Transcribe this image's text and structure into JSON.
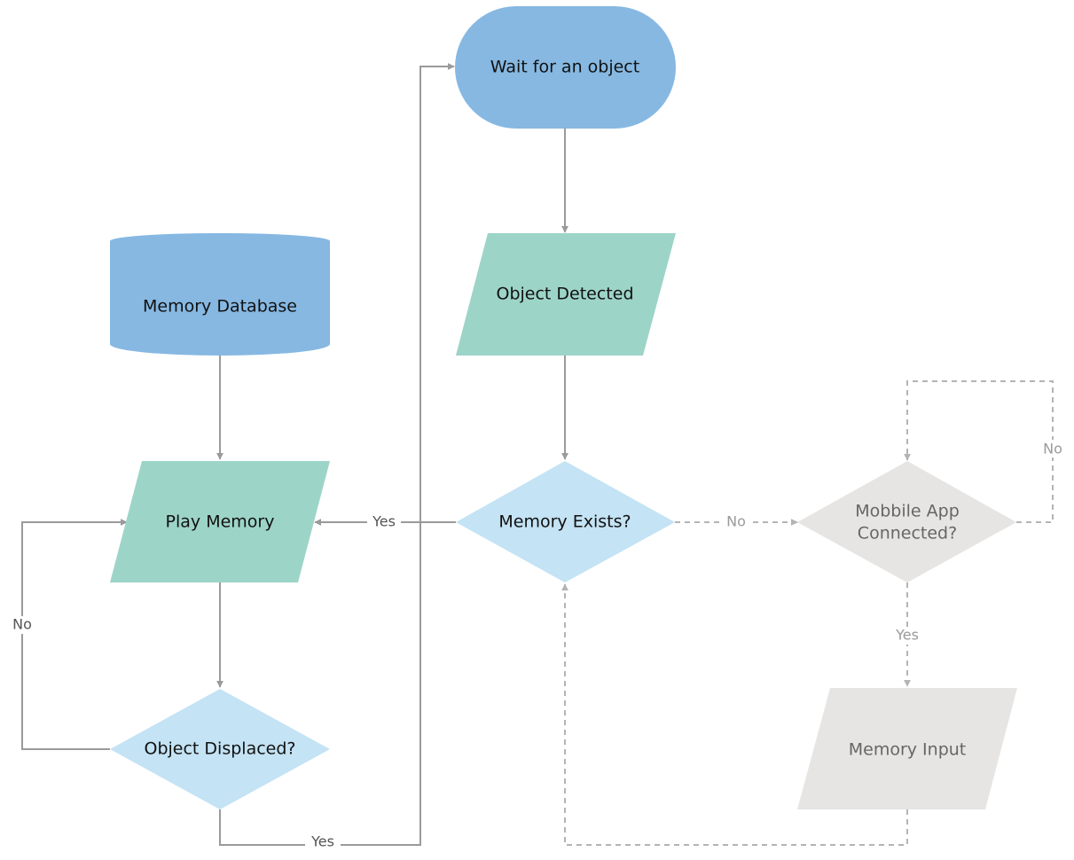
{
  "colors": {
    "terminal": "#86b8e2",
    "database": "#86b8e2",
    "io": "#9dd4c8",
    "decision": "#c4e3f4",
    "inactive": "#e6e5e3",
    "edge": "#9a9a9a",
    "edge_dashed": "#b4b4b4",
    "text": "#111111",
    "text_inactive": "#666666",
    "label_solid": "#555555",
    "label_dashed": "#9a9a9a"
  },
  "nodes": {
    "wait": "Wait for an object",
    "detected": "Object Detected",
    "exists": "Memory Exists?",
    "database": "Memory Database",
    "play": "Play Memory",
    "displaced": "Object Displaced?",
    "app_line1": "Mobbile App",
    "app_line2": "Connected?",
    "input": "Memory Input"
  },
  "edges": {
    "exists_to_play": "Yes",
    "exists_to_app": "No",
    "app_loop": "No",
    "app_to_input": "Yes",
    "displaced_to_play": "No",
    "displaced_to_wait": "Yes"
  }
}
